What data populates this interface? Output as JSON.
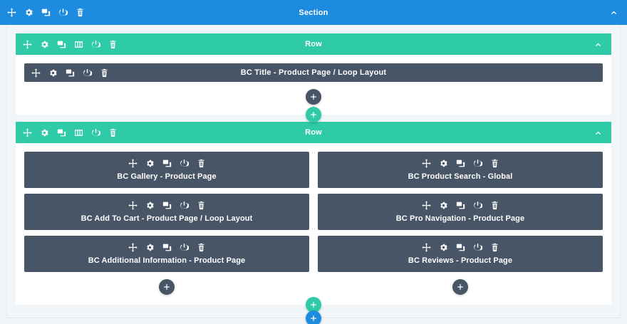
{
  "colors": {
    "section_accent": "#1e8cde",
    "row_accent": "#2fcaa8",
    "module_bg": "#475566",
    "page_bg": "#f2f6f9",
    "row_body_bg": "#ffffff"
  },
  "section": {
    "label": "Section",
    "collapse_icon": "chevron-up-icon",
    "tools": [
      {
        "name": "move-icon",
        "title": "Move"
      },
      {
        "name": "gear-icon",
        "title": "Settings"
      },
      {
        "name": "duplicate-icon",
        "title": "Duplicate"
      },
      {
        "name": "power-icon",
        "title": "Disable"
      },
      {
        "name": "trash-icon",
        "title": "Delete"
      }
    ]
  },
  "rows": [
    {
      "label": "Row",
      "collapse_icon": "chevron-up-icon",
      "tools": [
        {
          "name": "move-icon",
          "title": "Move"
        },
        {
          "name": "gear-icon",
          "title": "Settings"
        },
        {
          "name": "duplicate-icon",
          "title": "Duplicate"
        },
        {
          "name": "columns-icon",
          "title": "Column Settings"
        },
        {
          "name": "power-icon",
          "title": "Disable"
        },
        {
          "name": "trash-icon",
          "title": "Delete"
        }
      ],
      "columns": [
        {
          "modules": [
            {
              "label": "BC Title - Product Page / Loop Layout",
              "layout": "inline"
            }
          ],
          "add_module_label": "+"
        }
      ]
    },
    {
      "label": "Row",
      "collapse_icon": "chevron-up-icon",
      "tools": [
        {
          "name": "move-icon",
          "title": "Move"
        },
        {
          "name": "gear-icon",
          "title": "Settings"
        },
        {
          "name": "duplicate-icon",
          "title": "Duplicate"
        },
        {
          "name": "columns-icon",
          "title": "Column Settings"
        },
        {
          "name": "power-icon",
          "title": "Disable"
        },
        {
          "name": "trash-icon",
          "title": "Delete"
        }
      ],
      "columns": [
        {
          "modules": [
            {
              "label": "BC Gallery - Product Page",
              "layout": "stacked"
            },
            {
              "label": "BC Add To Cart - Product Page / Loop Layout",
              "layout": "stacked"
            },
            {
              "label": "BC Additional Information - Product Page",
              "layout": "stacked"
            }
          ],
          "add_module_label": "+"
        },
        {
          "modules": [
            {
              "label": "BC Product Search - Global",
              "layout": "stacked"
            },
            {
              "label": "BC Pro Navigation - Product Page",
              "layout": "stacked"
            },
            {
              "label": "BC Reviews - Product Page",
              "layout": "stacked"
            }
          ],
          "add_module_label": "+"
        }
      ]
    }
  ],
  "module_tools": [
    {
      "name": "move-icon",
      "title": "Move"
    },
    {
      "name": "gear-icon",
      "title": "Settings"
    },
    {
      "name": "duplicate-icon",
      "title": "Duplicate"
    },
    {
      "name": "power-icon",
      "title": "Disable"
    },
    {
      "name": "trash-icon",
      "title": "Delete"
    }
  ],
  "add_buttons": {
    "module": {
      "name": "add-module-button",
      "label": "+"
    },
    "row": {
      "name": "add-row-button",
      "label": "+"
    },
    "section": {
      "name": "add-section-button",
      "label": "+"
    }
  }
}
